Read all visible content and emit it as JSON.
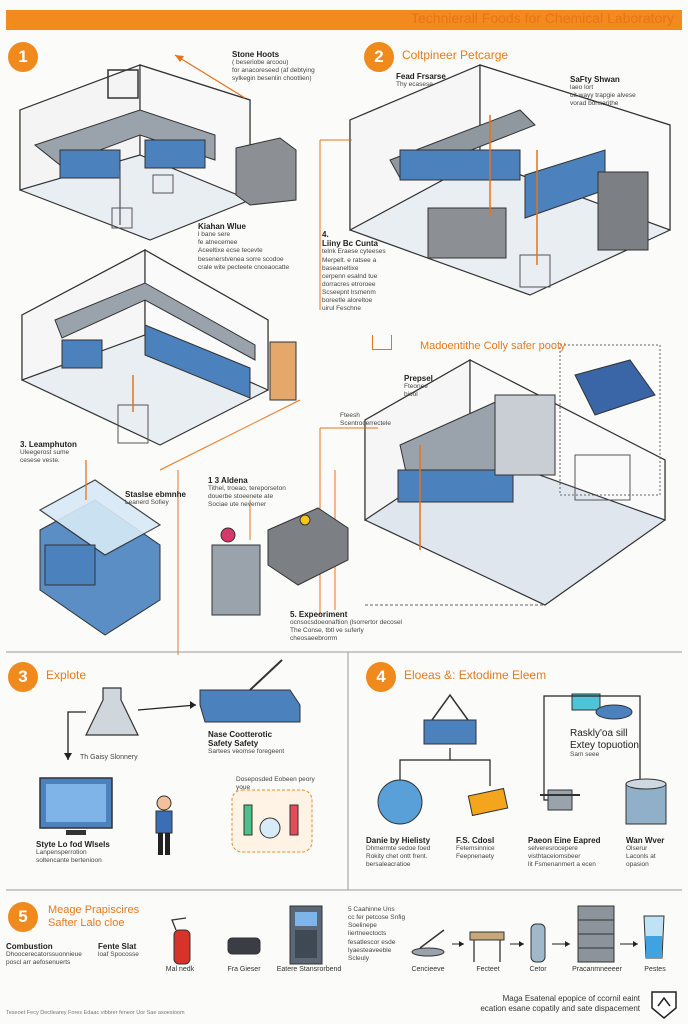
{
  "header": {
    "title": "Technierall Foods for Chemical Laboratory",
    "accent": "#f28a1e"
  },
  "sections": {
    "s1": {
      "num": "1"
    },
    "s2": {
      "num": "2",
      "title": "Coltpineer Petcarge"
    },
    "s3": {
      "num": "3",
      "title": "Explote"
    },
    "s4": {
      "num": "4",
      "title": "Eloeas &: Extodime Eleem"
    },
    "s5": {
      "num": "5",
      "title": "Meage Prapiscires\nSafter Lalo cloe"
    }
  },
  "labels": {
    "stone_hoods": {
      "title": "Stone Hoots",
      "text": "( beseriobe arcoou)\nfor anacoreseed (af debtying\nsylkegin besenlin chootlien)"
    },
    "fead_fnsere": {
      "title": "Fead Frsarse",
      "text": "Thy ecasese"
    },
    "safty_shwan": {
      "title": "SaFty Shwan",
      "text": "laeo lort\nuit wayy trapgie alvese\nvorad bonserithe"
    },
    "kiahan_wlue": {
      "title": "Kiahan Wlue",
      "text": "l bane sere\nfe atnecemee\nAceeltixe ecse tecevte\nbesenerstvenea sorre scodoe\ncrale wite pecteete cnceaocatte"
    },
    "liiny": {
      "title": "4.\nLiiny Bc Cunta",
      "text": "telnk Eraese cyteeses\nMerpelt. e ratsee a\nbaseaneltixe\ncerpenn esalnd tue\ndorracres etroroee\nScseepnt lrsmenm\nboreetle aloreltoe\nuirul Feschne"
    },
    "leamphuton": {
      "title": "3. Leamphuton",
      "text": "Uleegerost sume\ncesese veste."
    },
    "madoentthe": {
      "title": "Madoentithe Colly safer pooty"
    },
    "prepsel": {
      "title": "Prepsel",
      "text": "Fteonee\nbiool"
    },
    "fteesh": {
      "text": "Fteesh\nScentrocerrectele"
    },
    "station": {
      "title": "Staslse ebmnhe",
      "text": "Leanerd Sofiey"
    },
    "aldena": {
      "title": "1 3 Aldena",
      "text": "Tithel, troeao, tereporseton\ndouerbe stoeenete ate\nSociae ute neverner"
    },
    "experiment": {
      "title": "5. Expeoriment",
      "text": "ocnsocsdoeonaftion (lsorrertor decosel\nThe Conse, tbtl ve suferly\ncheosaeebrorrm"
    },
    "nase": {
      "title": "Nase Cootterotic\nSafety Safety",
      "text": "Sartees veomse foregeent"
    },
    "gaisy": {
      "text": "Th Gaisy Slonnery"
    },
    "styte": {
      "title": "Styte Lo fod Wlsels",
      "text": "Lanpensperrotion\nsoltencante bertenioon"
    },
    "dosepoded": {
      "text": "Doseposded Eobeen peory\nyoue"
    },
    "raskly": {
      "title": "Raskly'oa sill\nExtey topuotion",
      "text": "Sam seee"
    },
    "danie": {
      "title": "Danie by Hielisty",
      "text": "Dhmermte sedoe foed\nRokity chet ontt frent.\nbersaleacratioe"
    },
    "fecdsal": {
      "title": "F.S. Cdosl",
      "text": "Fetemsinnice\nFeepnenaety"
    },
    "paeon": {
      "title": "Paeon Eine Eapred",
      "text": "selveresrocepere\nvisthtacelomsbeer\nlit Fsmenanmert a ecen"
    },
    "wan_wver": {
      "title": "Wan Wver",
      "text": "Olserur\nLaconls at\nopasion"
    },
    "combustion": {
      "title": "Combustion",
      "text": "Dhoocerecatorssuonnieue\nposcl arr aefosenuerts"
    },
    "fente_slat": {
      "title": "Fente Slat",
      "text": "loaf Spocosse"
    },
    "cashinne": {
      "text": "5 Caahinne Uns\ncc fer petcose Snfig\nSoelinepe\nliertneectocts\nfesatlescor esde\nlyaesteaveeble\nScleuly"
    }
  },
  "captions": {
    "s5_items": [
      "Mal nedk",
      "Fra Gieser",
      "Eatere Stansrorbend"
    ],
    "s5_flow": [
      "Cencieeve",
      "Fecteet",
      "Cetor",
      "Pracanmneeeer",
      "Pestes"
    ]
  },
  "footer": {
    "left": "Teseoet Fecy Dectlearey Fores Edaac vibbrer feneor Uor Sae asoesioom",
    "right": "Maga Esatenal epopice of ccornil eaint\necation esane copatily and sate dispacement"
  }
}
